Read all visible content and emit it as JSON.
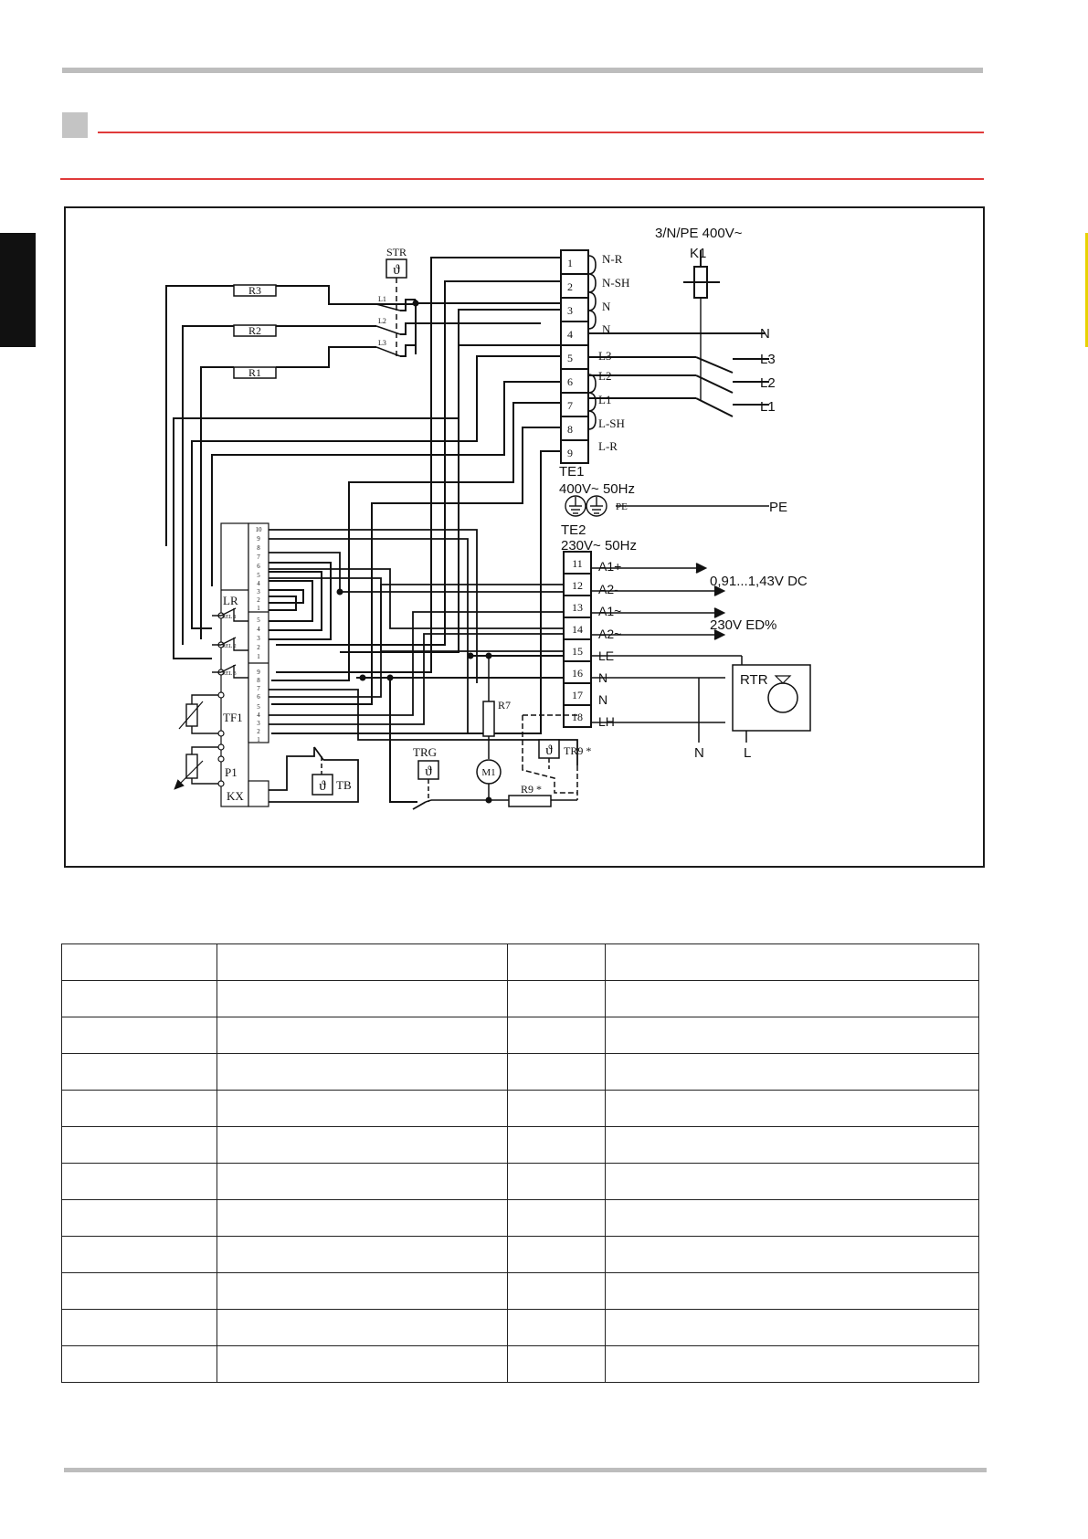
{
  "diagram": {
    "supply": "3/N/PE 400V~",
    "contactor": "K1",
    "te1": {
      "name": "TE1",
      "rating": "400V~ 50Hz",
      "terminals": [
        {
          "num": "1",
          "label": "N-R"
        },
        {
          "num": "2",
          "label": "N-SH"
        },
        {
          "num": "3",
          "label": "N"
        },
        {
          "num": "4",
          "label": "N"
        },
        {
          "num": "5",
          "label": "L3"
        },
        {
          "num": "6",
          "label": "L2"
        },
        {
          "num": "7",
          "label": "L1"
        },
        {
          "num": "8",
          "label": "L-SH"
        },
        {
          "num": "9",
          "label": "L-R"
        }
      ]
    },
    "mains_lines": [
      "N",
      "L3",
      "L2",
      "L1"
    ],
    "pe": {
      "small": "PE",
      "big": "PE"
    },
    "te2": {
      "name": "TE2",
      "rating": "230V~ 50Hz",
      "terminals": [
        {
          "num": "11",
          "label": "A1+"
        },
        {
          "num": "12",
          "label": "A2-"
        },
        {
          "num": "13",
          "label": "A1~"
        },
        {
          "num": "14",
          "label": "A2~"
        },
        {
          "num": "15",
          "label": "LE"
        },
        {
          "num": "16",
          "label": "N"
        },
        {
          "num": "17",
          "label": "N"
        },
        {
          "num": "18",
          "label": "LH"
        }
      ]
    },
    "signal_dc": "0,91...1,43V DC",
    "signal_ac": "230V ED%",
    "heaters": [
      "R3",
      "R2",
      "R1"
    ],
    "str": {
      "name": "STR",
      "phases": [
        "L1",
        "L2",
        "L3"
      ]
    },
    "controller": {
      "lr": "LR",
      "relays": [
        "REL 1",
        "REL 2",
        "REL 3"
      ],
      "tf1": "TF1",
      "p1": "P1",
      "kx": "KX",
      "pins_top": [
        "10",
        "9",
        "8",
        "7",
        "6",
        "5",
        "4",
        "3",
        "2",
        "1"
      ],
      "pins_mid": [
        "5",
        "4",
        "3",
        "2",
        "1"
      ],
      "pins_bot": [
        "9",
        "8",
        "7",
        "6",
        "5",
        "4",
        "3",
        "2",
        "1"
      ]
    },
    "tb": "TB",
    "trg": "TRG",
    "tr9": "TR9 *",
    "r7": "R7",
    "m1": "M1",
    "r9": "R9 *",
    "rtr": {
      "name": "RTR",
      "n": "N",
      "l": "L"
    },
    "thermo_symbol": "ϑ"
  }
}
